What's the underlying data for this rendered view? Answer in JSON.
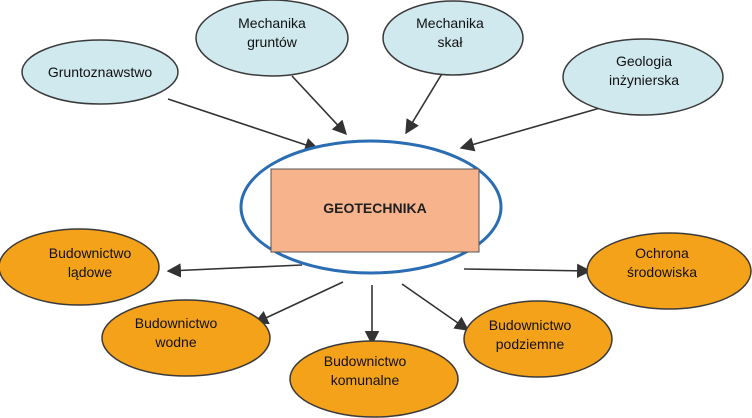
{
  "center": {
    "label": "GEOTECHNIKA"
  },
  "inputs": [
    {
      "id": "gruntoznawstwo",
      "lines": [
        "Gruntoznawstwo"
      ]
    },
    {
      "id": "mechanika-gruntow",
      "lines": [
        "Mechanika",
        "gruntów"
      ]
    },
    {
      "id": "mechanika-skal",
      "lines": [
        "Mechanika",
        "skał"
      ]
    },
    {
      "id": "geologia-inzynierska",
      "lines": [
        "Geologia",
        "inżynierska"
      ]
    }
  ],
  "outputs": [
    {
      "id": "budownictwo-ladowe",
      "lines": [
        "Budownictwo",
        "lądowe"
      ]
    },
    {
      "id": "budownictwo-wodne",
      "lines": [
        "Budownictwo",
        "wodne"
      ]
    },
    {
      "id": "budownictwo-komunalne",
      "lines": [
        "Budownictwo",
        "komunalne"
      ]
    },
    {
      "id": "budownictwo-podziemne",
      "lines": [
        "Budownictwo",
        "podziemne"
      ]
    },
    {
      "id": "ochrona-srodowiska",
      "lines": [
        "Ochrona",
        "środowiska"
      ]
    }
  ],
  "colors": {
    "input_fill": "#cfe9ee",
    "input_stroke": "#3a3a3a",
    "output_fill": "#f5a21b",
    "output_stroke": "#3a3a3a",
    "center_ring": "#2a6db3",
    "center_box_fill": "#f6b38c",
    "center_box_stroke": "#555555",
    "arrow": "#333333"
  }
}
